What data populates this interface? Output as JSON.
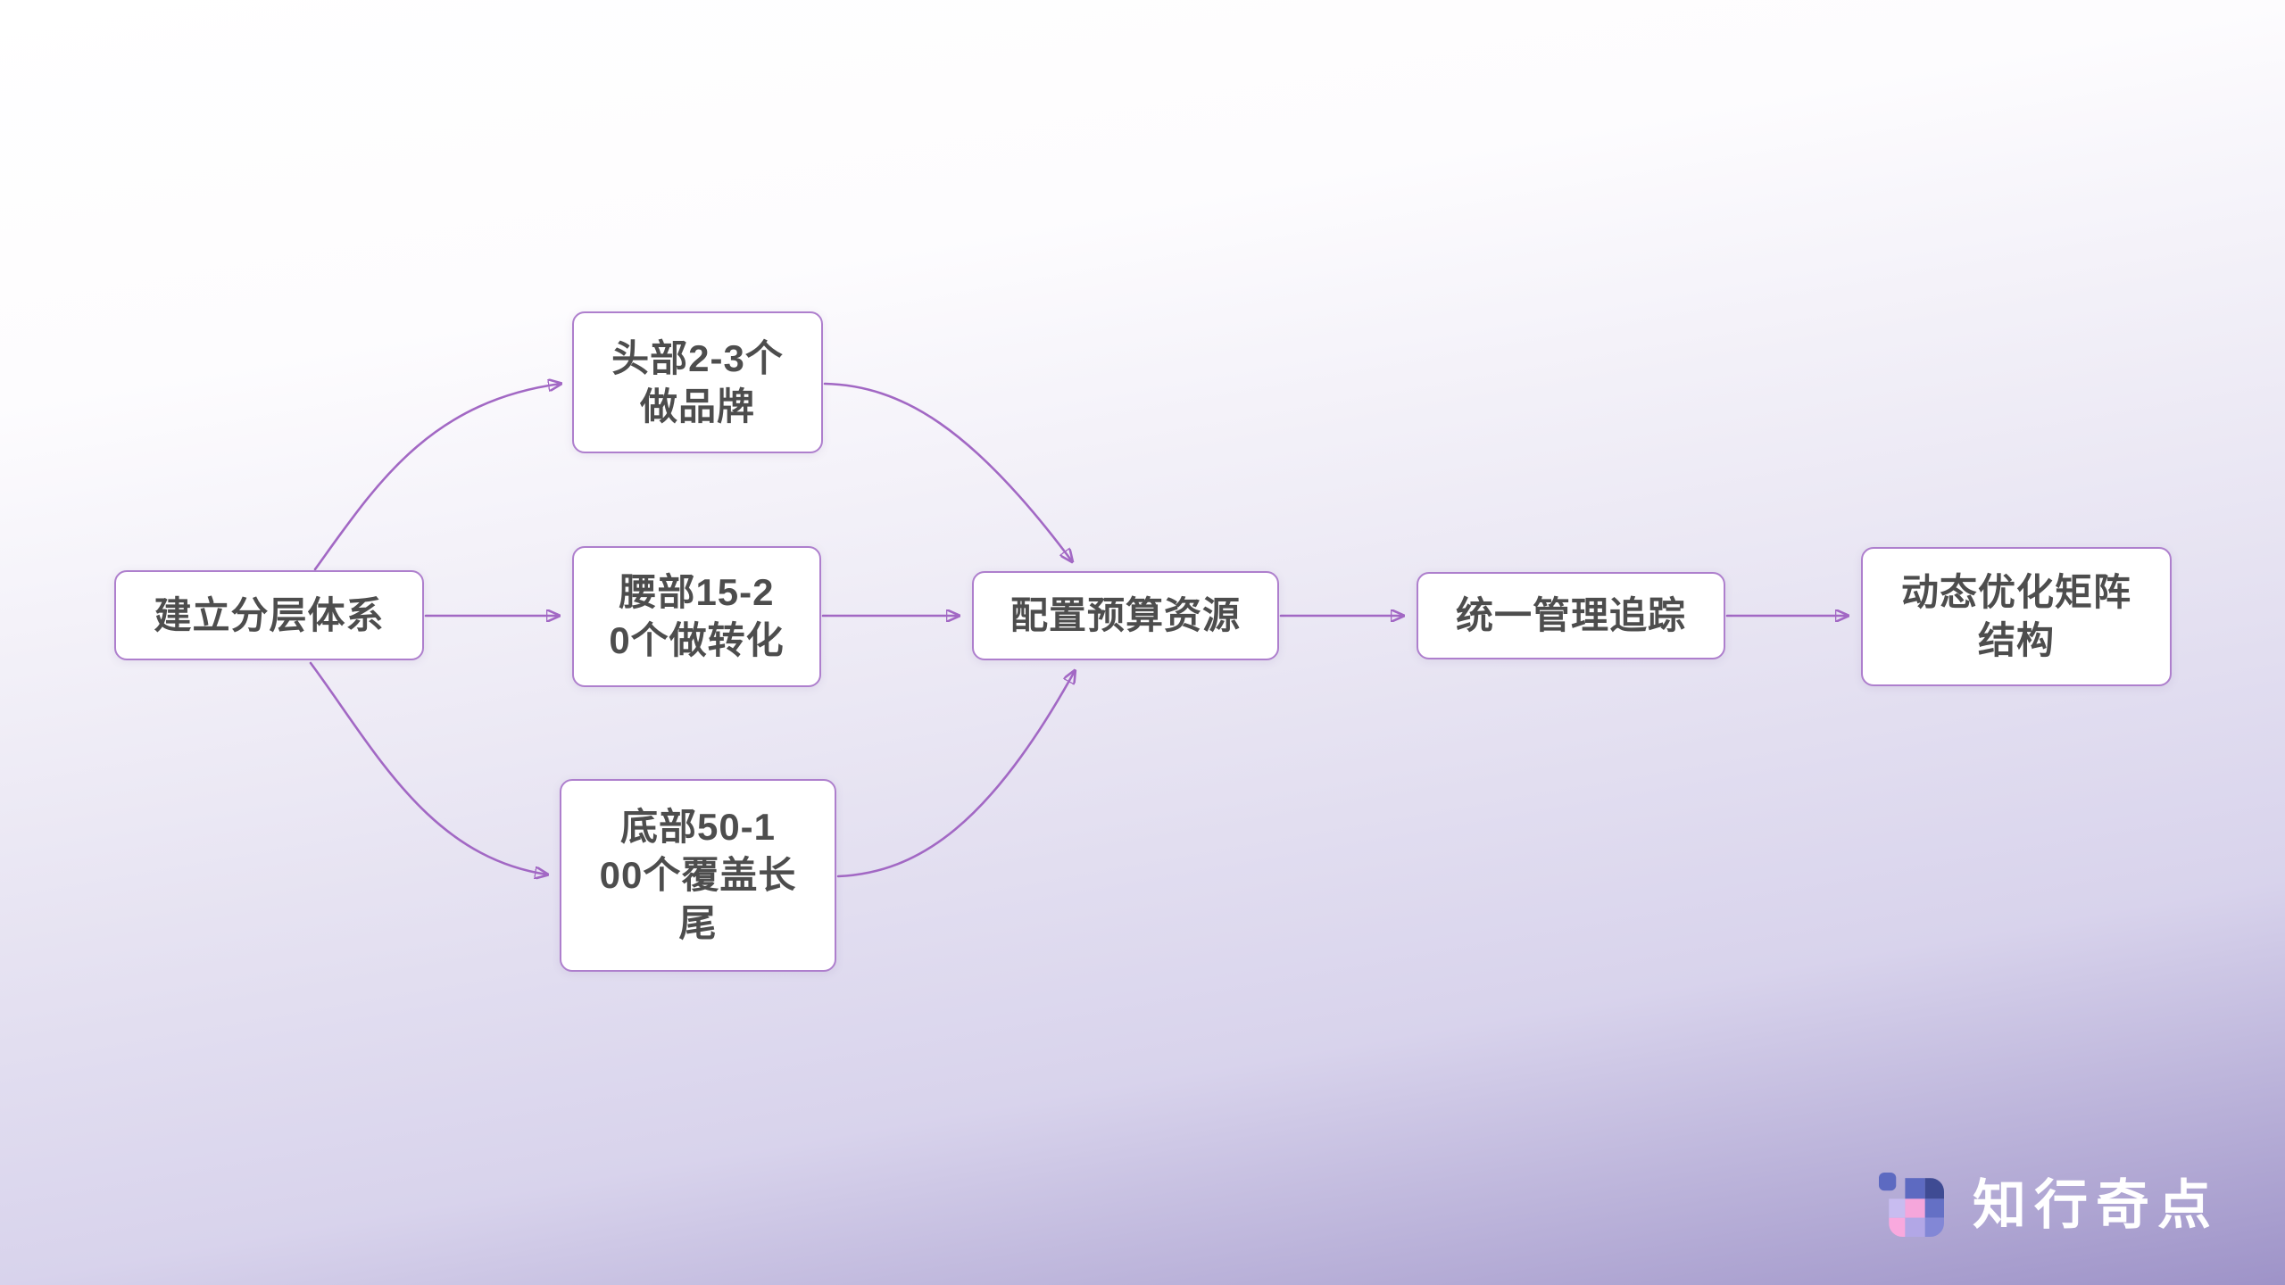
{
  "background": {
    "gradient_start": "#ffffff",
    "gradient_end": "#9e93c8"
  },
  "diagram": {
    "nodes": [
      {
        "id": "establish",
        "label": "建立分层体系"
      },
      {
        "id": "tier_top",
        "label": "头部2-3个\n做品牌"
      },
      {
        "id": "tier_mid",
        "label": "腰部15-2\n0个做转化"
      },
      {
        "id": "tier_bottom",
        "label": "底部50-1\n00个覆盖长\n尾"
      },
      {
        "id": "budget",
        "label": "配置预算资源"
      },
      {
        "id": "manage",
        "label": "统一管理追踪"
      },
      {
        "id": "optimize",
        "label": "动态优化矩阵\n结构"
      }
    ],
    "edges": [
      {
        "from": "establish",
        "to": "tier_top"
      },
      {
        "from": "establish",
        "to": "tier_mid"
      },
      {
        "from": "establish",
        "to": "tier_bottom"
      },
      {
        "from": "tier_top",
        "to": "budget"
      },
      {
        "from": "tier_mid",
        "to": "budget"
      },
      {
        "from": "tier_bottom",
        "to": "budget"
      },
      {
        "from": "budget",
        "to": "manage"
      },
      {
        "from": "manage",
        "to": "optimize"
      }
    ],
    "colors": {
      "edge": "#a268c4",
      "node_border": "#ae7fcd",
      "node_background": "#ffffff",
      "node_text": "#4d4d4d"
    }
  },
  "logo": {
    "wordmark": "知行奇点",
    "text_color": "#ffffff",
    "icon_colors": {
      "detached_square": "#5d6ac1",
      "top_mid": "#5d6ac1",
      "top_right": "#3f4b93",
      "mid_left": "#c8bcf0",
      "mid_center": "#f5a6db",
      "mid_right": "#6470c5",
      "bottom_left": "#f9a9de",
      "bottom_center": "#b2a7e6",
      "bottom_right": "#8287d6"
    }
  }
}
